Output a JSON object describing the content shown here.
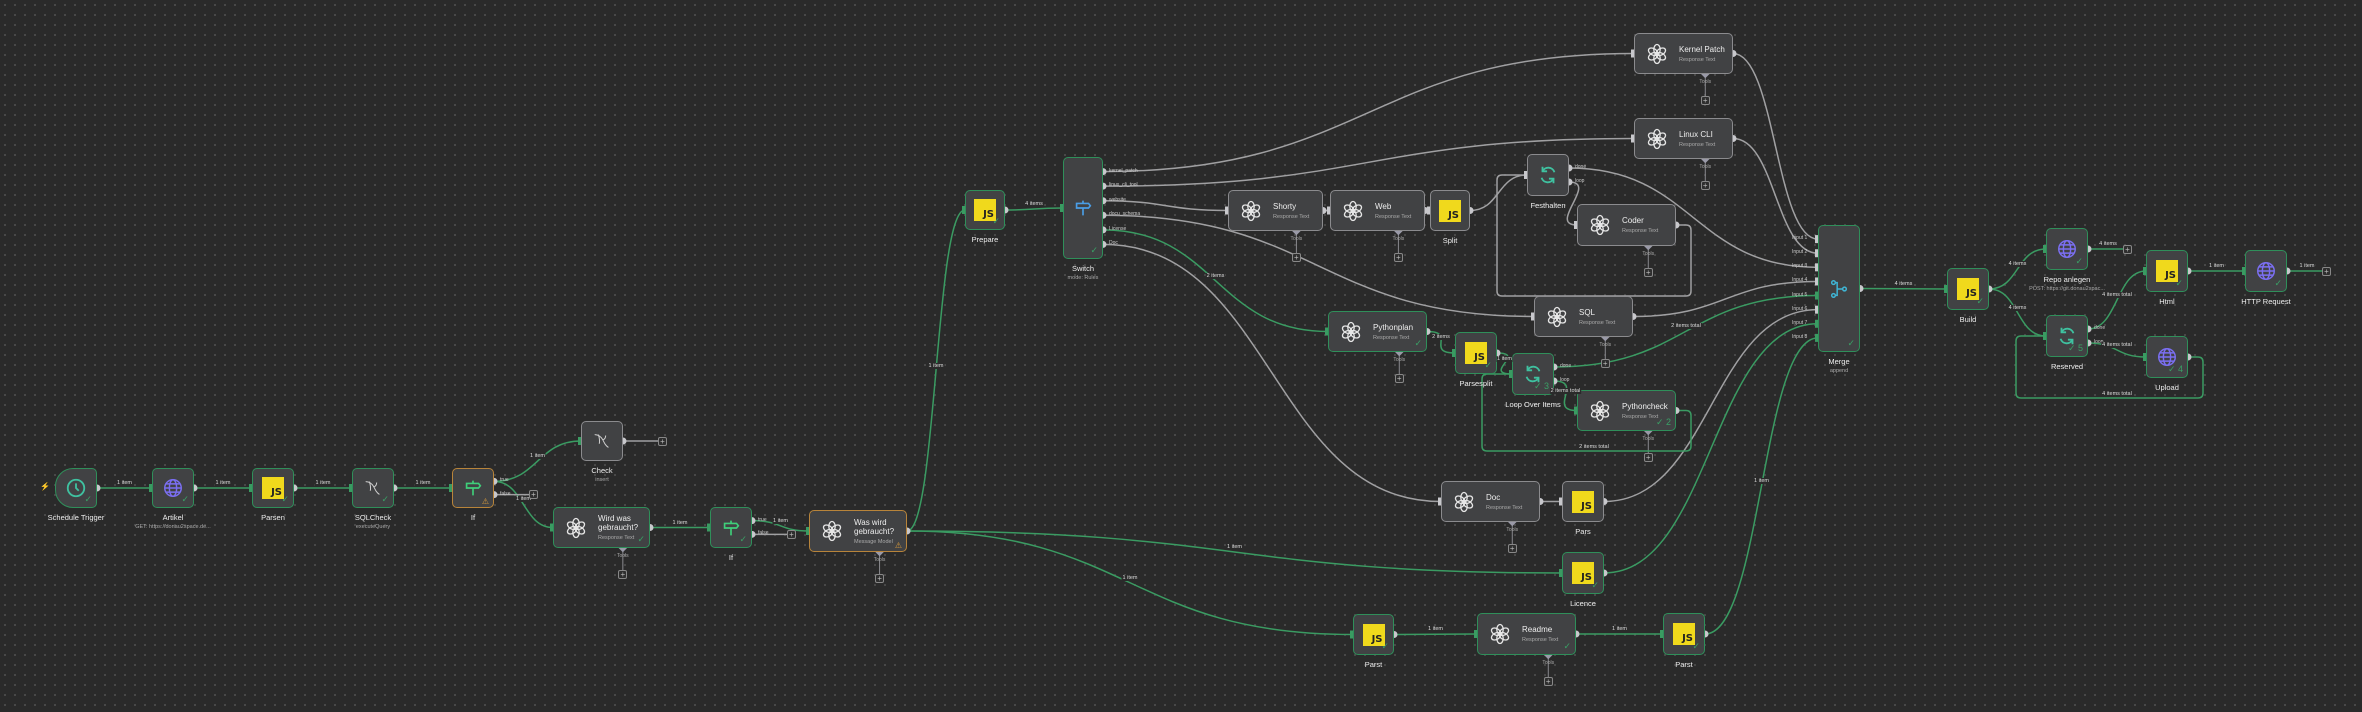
{
  "colors": {
    "executed": "#2f8f5a",
    "idle": "#8b8b8e",
    "warning": "#b8843a",
    "edge_executed": "#3a9b62",
    "edge_idle": "#a0a0a2",
    "js": "#f0d91c",
    "globe": "#7b6ff2",
    "loop": "#3fc1a0",
    "trigger": "#3fc1a0"
  },
  "tools_label": "Tools",
  "nodes": [
    {
      "id": "trigger",
      "label": "Schedule Trigger",
      "icon": "clock-icon",
      "status": "success"
    },
    {
      "id": "artikel",
      "label": "Artikel",
      "sub": "GET: https://donau2space.de...",
      "icon": "globe-icon",
      "status": "success"
    },
    {
      "id": "parsen",
      "label": "Parsen",
      "icon": "js-icon",
      "status": "success"
    },
    {
      "id": "sqlcheck",
      "label": "SQLCheck",
      "sub": "executeQuery",
      "icon": "mysql-icon",
      "status": "success"
    },
    {
      "id": "if1",
      "label": "If",
      "icon": "signpost-icon",
      "status": "warning",
      "outputs": [
        "true",
        "false"
      ]
    },
    {
      "id": "check",
      "label": "Check",
      "sub": "insert",
      "icon": "mysql-icon",
      "status": "idle"
    },
    {
      "id": "wird",
      "label": "Wird was gebraucht?",
      "sub": "Response Text",
      "icon": "openai-icon",
      "status": "success",
      "tools": true
    },
    {
      "id": "if2",
      "label": "If",
      "icon": "signpost-icon",
      "status": "success",
      "outputs": [
        "true",
        "false"
      ]
    },
    {
      "id": "waswird",
      "label": "Was wird gebraucht?",
      "sub": "Message Model",
      "icon": "openai-icon",
      "status": "warning",
      "tools": true
    },
    {
      "id": "prepare",
      "label": "Prepare",
      "icon": "js-icon",
      "status": "success"
    },
    {
      "id": "switch",
      "label": "Switch",
      "sub": "mode: Rules",
      "icon": "signpost-icon",
      "status": "success",
      "outputs": [
        "kernel_patch",
        "linux_cli_tool",
        "website",
        "docu_schema",
        "License",
        "Doc"
      ]
    },
    {
      "id": "shorty",
      "label": "Shorty",
      "sub": "Response Text",
      "icon": "openai-icon",
      "status": "idle",
      "tools": true
    },
    {
      "id": "web",
      "label": "Web",
      "sub": "Response Text",
      "icon": "openai-icon",
      "status": "idle",
      "tools": true
    },
    {
      "id": "split",
      "label": "Split",
      "icon": "js-icon",
      "status": "idle"
    },
    {
      "id": "kernel",
      "label": "Kernel Patch",
      "sub": "Response Text",
      "icon": "openai-icon",
      "status": "idle",
      "tools": true
    },
    {
      "id": "linux",
      "label": "Linux CLI",
      "sub": "Response Text",
      "icon": "openai-icon",
      "status": "idle",
      "tools": true
    },
    {
      "id": "festhalten",
      "label": "Festhalten",
      "icon": "loop-icon",
      "status": "idle",
      "outputs": [
        "done",
        "loop"
      ]
    },
    {
      "id": "coder",
      "label": "Coder",
      "sub": "Response Text",
      "icon": "openai-icon",
      "status": "idle",
      "tools": true
    },
    {
      "id": "sql",
      "label": "SQL",
      "sub": "Response Text",
      "icon": "openai-icon",
      "status": "idle",
      "tools": true
    },
    {
      "id": "pythonplan",
      "label": "Pythonplan",
      "sub": "Response Text",
      "icon": "openai-icon",
      "status": "success",
      "tools": true
    },
    {
      "id": "parsesplit",
      "label": "Parsesplit",
      "icon": "js-icon",
      "status": "success"
    },
    {
      "id": "loop",
      "label": "Loop Over Items",
      "icon": "loop-icon",
      "status": "success",
      "outputs": [
        "done",
        "loop"
      ],
      "badge": "3"
    },
    {
      "id": "pythoncheck",
      "label": "Pythoncheck",
      "sub": "Response Text",
      "icon": "openai-icon",
      "status": "success",
      "tools": true,
      "badge": "2"
    },
    {
      "id": "doc",
      "label": "Doc",
      "sub": "Response Text",
      "icon": "openai-icon",
      "status": "idle",
      "tools": true
    },
    {
      "id": "pars",
      "label": "Pars",
      "icon": "js-icon",
      "status": "idle"
    },
    {
      "id": "licence",
      "label": "Licence",
      "icon": "js-icon",
      "status": "success"
    },
    {
      "id": "parst1",
      "label": "Parst",
      "icon": "js-icon",
      "status": "success"
    },
    {
      "id": "readme",
      "label": "Readme",
      "sub": "Response Text",
      "icon": "openai-icon",
      "status": "success",
      "tools": true
    },
    {
      "id": "parst2",
      "label": "Parst",
      "icon": "js-icon",
      "status": "success"
    },
    {
      "id": "merge",
      "label": "Merge",
      "sub": "append",
      "icon": "merge-icon",
      "status": "success",
      "inputs": [
        "Input 1",
        "Input 2",
        "Input 3",
        "Input 4",
        "Input 5",
        "Input 6",
        "Input 7",
        "Input 8"
      ]
    },
    {
      "id": "build",
      "label": "Build",
      "icon": "js-icon",
      "status": "success"
    },
    {
      "id": "repo",
      "label": "Repo anlegen",
      "sub": "POST: https://git.donau2spac...",
      "icon": "globe-icon",
      "status": "success"
    },
    {
      "id": "html",
      "label": "Html",
      "icon": "js-icon",
      "status": "success"
    },
    {
      "id": "http",
      "label": "HTTP Request",
      "icon": "globe-icon",
      "status": "success"
    },
    {
      "id": "reserved",
      "label": "Reserved",
      "icon": "loop-icon",
      "status": "success",
      "outputs": [
        "done",
        "loop"
      ],
      "badge": "5"
    },
    {
      "id": "upload",
      "label": "Upload",
      "icon": "globe-icon",
      "status": "success",
      "badge": "4"
    }
  ],
  "edges": [
    {
      "from": "trigger",
      "to": "artikel",
      "label": "1 item",
      "done": true
    },
    {
      "from": "artikel",
      "to": "parsen",
      "label": "1 item",
      "done": true
    },
    {
      "from": "parsen",
      "to": "sqlcheck",
      "label": "1 item",
      "done": true
    },
    {
      "from": "sqlcheck",
      "to": "if1",
      "label": "1 item",
      "done": true
    },
    {
      "from": "if1",
      "out": 0,
      "to": "check",
      "label": "1 item",
      "done": true
    },
    {
      "from": "if1",
      "out": 0,
      "to": "wird",
      "label": "1 item",
      "done": true
    },
    {
      "from": "if1",
      "out": 1,
      "to": "stub",
      "done": false
    },
    {
      "from": "check",
      "to": "stub",
      "done": false
    },
    {
      "from": "wird",
      "to": "if2",
      "label": "1 item",
      "done": true
    },
    {
      "from": "if2",
      "out": 0,
      "to": "waswird",
      "label": "1 item",
      "done": true
    },
    {
      "from": "if2",
      "out": 1,
      "to": "stub",
      "done": false
    },
    {
      "from": "waswird",
      "to": "prepare",
      "label": "1 item",
      "done": true
    },
    {
      "from": "waswird",
      "to": "licence",
      "label": "1 item",
      "done": true
    },
    {
      "from": "waswird",
      "to": "parst1",
      "label": "1 item",
      "done": true
    },
    {
      "from": "prepare",
      "to": "switch",
      "label": "4 items",
      "done": true
    },
    {
      "from": "switch",
      "out": 0,
      "to": "kernel",
      "done": false
    },
    {
      "from": "switch",
      "out": 1,
      "to": "linux",
      "done": false
    },
    {
      "from": "switch",
      "out": 2,
      "to": "shorty",
      "done": false
    },
    {
      "from": "switch",
      "out": 3,
      "to": "sql",
      "done": false
    },
    {
      "from": "switch",
      "out": 4,
      "to": "pythonplan",
      "label": "2 items",
      "done": true
    },
    {
      "from": "switch",
      "out": 5,
      "to": "doc",
      "done": false
    },
    {
      "from": "shorty",
      "to": "web",
      "done": false
    },
    {
      "from": "web",
      "to": "split",
      "done": false
    },
    {
      "from": "split",
      "to": "festhalten",
      "done": false
    },
    {
      "from": "festhalten",
      "out": 0,
      "to": "merge",
      "in": 2,
      "done": false
    },
    {
      "from": "festhalten",
      "out": 1,
      "to": "coder",
      "done": false
    },
    {
      "from": "coder",
      "to": "festhalten",
      "back": true,
      "done": false
    },
    {
      "from": "kernel",
      "to": "merge",
      "in": 0,
      "done": false
    },
    {
      "from": "linux",
      "to": "merge",
      "in": 1,
      "done": false
    },
    {
      "from": "sql",
      "to": "merge",
      "in": 3,
      "done": false
    },
    {
      "from": "loop",
      "out": 0,
      "to": "merge",
      "in": 4,
      "label": "2 items total",
      "done": true
    },
    {
      "from": "pars",
      "to": "merge",
      "in": 5,
      "done": false
    },
    {
      "from": "licence",
      "to": "merge",
      "in": 6,
      "done": true
    },
    {
      "from": "parst2",
      "to": "merge",
      "in": 7,
      "label": "1 item",
      "done": true
    },
    {
      "from": "pythonplan",
      "to": "parsesplit",
      "label": "2 items",
      "done": true
    },
    {
      "from": "parsesplit",
      "to": "loop",
      "label": "1 item",
      "done": true
    },
    {
      "from": "loop",
      "out": 1,
      "to": "pythoncheck",
      "label": "2 items total",
      "done": true
    },
    {
      "from": "pythoncheck",
      "to": "loop",
      "back": true,
      "label": "2 items total",
      "done": true
    },
    {
      "from": "doc",
      "to": "pars",
      "done": false
    },
    {
      "from": "parst1",
      "to": "readme",
      "label": "1 item",
      "done": true
    },
    {
      "from": "readme",
      "to": "parst2",
      "label": "1 item",
      "done": true
    },
    {
      "from": "merge",
      "to": "build",
      "label": "4 items",
      "done": true
    },
    {
      "from": "build",
      "to": "repo",
      "label": "4 items",
      "done": true
    },
    {
      "from": "build",
      "to": "reserved",
      "label": "4 items",
      "done": true
    },
    {
      "from": "repo",
      "to": "stub",
      "label": "4 items",
      "done": true
    },
    {
      "from": "reserved",
      "out": 0,
      "to": "html",
      "label": "4 items total",
      "done": true
    },
    {
      "from": "reserved",
      "out": 1,
      "to": "upload",
      "label": "4 items total",
      "done": true
    },
    {
      "from": "upload",
      "to": "reserved",
      "back": true,
      "label": "4 items total",
      "done": true
    },
    {
      "from": "html",
      "to": "http",
      "label": "1 item",
      "done": true
    },
    {
      "from": "http",
      "to": "stub",
      "label": "1 item",
      "done": true
    }
  ]
}
